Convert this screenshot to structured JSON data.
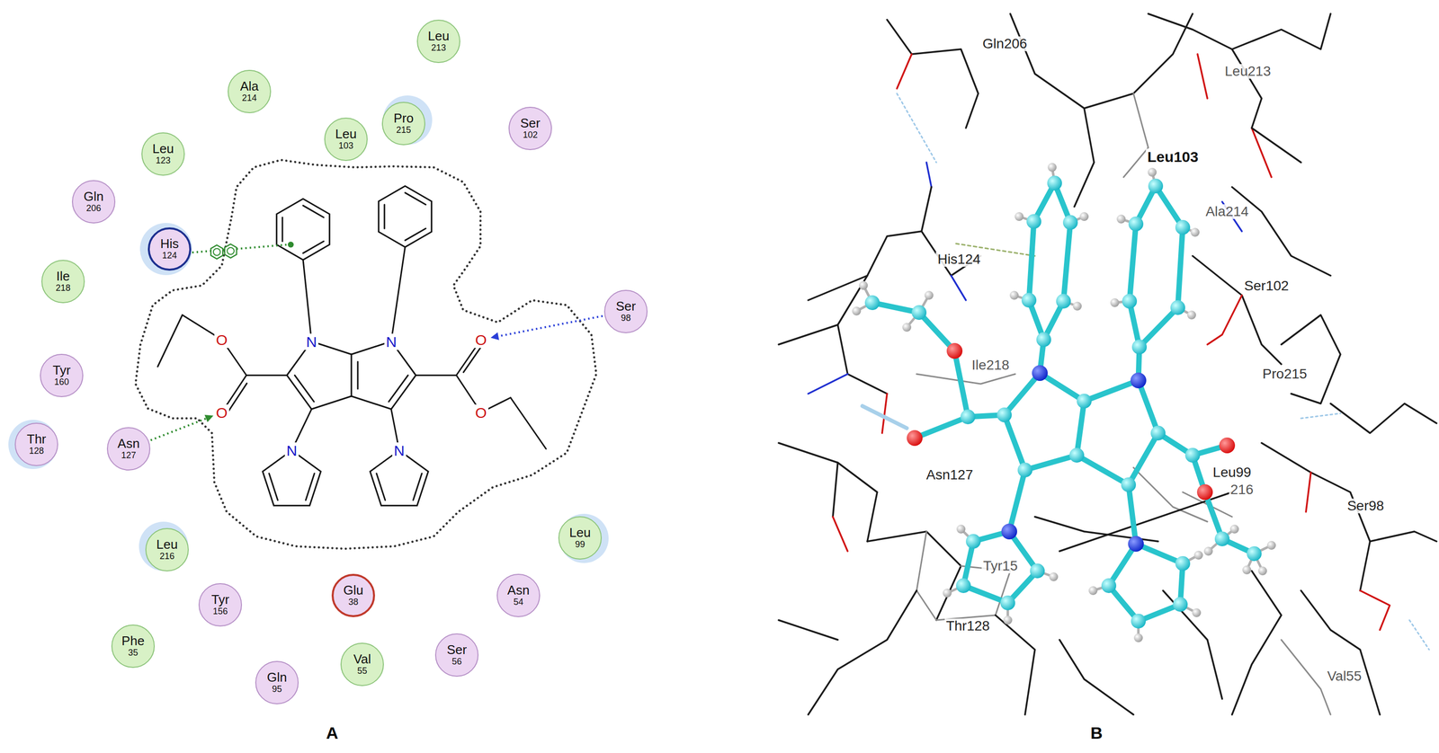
{
  "diagram": {
    "nodes": [
      {
        "text": [
          "Leu",
          "213"
        ]
      },
      {
        "text": [
          "Ala",
          "214"
        ]
      },
      {
        "text": [
          "Pro",
          "215"
        ]
      },
      {
        "text": [
          "Ser",
          "102"
        ]
      },
      {
        "text": [
          "Leu",
          "103"
        ]
      },
      {
        "text": [
          "Leu",
          "123"
        ]
      },
      {
        "text": [
          "Gln",
          "206"
        ]
      },
      {
        "text": [
          "His",
          "124"
        ]
      },
      {
        "text": [
          "Ile",
          "218"
        ]
      },
      {
        "text": [
          "Ser",
          "98"
        ]
      },
      {
        "text": [
          "Tyr",
          "160"
        ]
      },
      {
        "text": [
          "Thr",
          "128"
        ]
      },
      {
        "text": [
          "Asn",
          "127"
        ]
      },
      {
        "text": [
          "Leu",
          "99"
        ]
      },
      {
        "text": [
          "Leu",
          "216"
        ]
      },
      {
        "text": [
          "Glu",
          "38"
        ]
      },
      {
        "text": [
          "Asn",
          "54"
        ]
      },
      {
        "text": [
          "Tyr",
          "156"
        ]
      },
      {
        "text": [
          "Phe",
          "35"
        ]
      },
      {
        "text": [
          "Ser",
          "56"
        ]
      },
      {
        "text": [
          "Val",
          "55"
        ]
      },
      {
        "text": [
          "Gln",
          "95"
        ]
      }
    ],
    "labels": [
      "O",
      "N",
      "N",
      "O",
      "O",
      "O",
      "N",
      "N",
      "Gln206",
      "Leu213",
      "Leu103",
      "Ala214",
      "His124",
      "Ser102",
      "Ile218",
      "Pro215",
      "Leu99",
      "Asn127",
      "216",
      "Ser98",
      "Tyr15",
      "Thr128",
      "Val55",
      "A",
      "B"
    ]
  }
}
